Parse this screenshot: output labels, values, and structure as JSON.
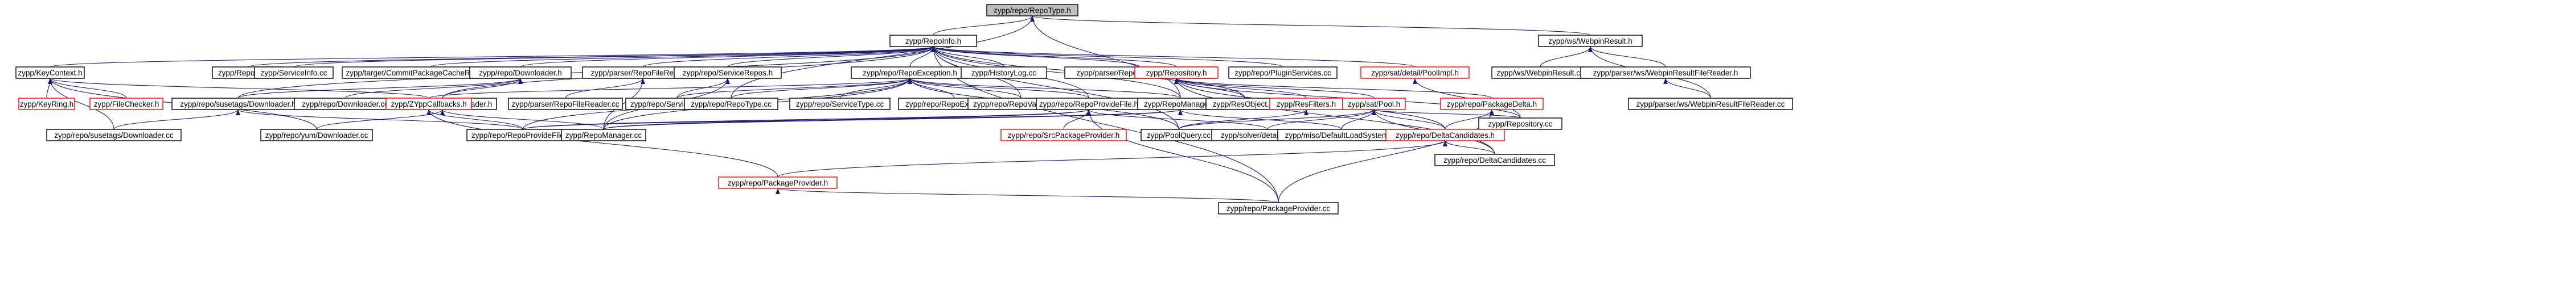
{
  "graph": {
    "title": "",
    "colors": {
      "edge": "#191970",
      "root_fill": "#bfbfbf",
      "node_border": "#000000",
      "missing_border": "#ff0000"
    },
    "nodes": [
      {
        "id": "n0",
        "label": "zypp/repo/RepoType.h",
        "kind": "root"
      },
      {
        "id": "n1",
        "label": "zypp/RepoInfo.h",
        "kind": "normal"
      },
      {
        "id": "n2",
        "label": "zypp/ws/WebpinResult.h",
        "kind": "normal"
      },
      {
        "id": "n3",
        "label": "zypp/KeyContext.h",
        "kind": "normal"
      },
      {
        "id": "n4",
        "label": "zypp/RepoInfo.cc",
        "kind": "normal"
      },
      {
        "id": "n5",
        "label": "zypp/ServiceInfo.cc",
        "kind": "normal"
      },
      {
        "id": "n6",
        "label": "zypp/target/CommitPackageCacheReadAhead.cc",
        "kind": "normal"
      },
      {
        "id": "n7",
        "label": "zypp/repo/Downloader.h",
        "kind": "normal"
      },
      {
        "id": "n8",
        "label": "zypp/parser/RepoFileReader.h",
        "kind": "normal"
      },
      {
        "id": "n9",
        "label": "zypp/repo/ServiceRepos.h",
        "kind": "normal"
      },
      {
        "id": "n10",
        "label": "zypp/repo/RepoException.h",
        "kind": "normal"
      },
      {
        "id": "n11",
        "label": "zypp/HistoryLog.cc",
        "kind": "normal"
      },
      {
        "id": "n12",
        "label": "zypp/parser/RepoindexFileReader.cc",
        "kind": "normal"
      },
      {
        "id": "n13",
        "label": "zypp/Repository.h",
        "kind": "missing"
      },
      {
        "id": "n14",
        "label": "zypp/repo/PluginServices.cc",
        "kind": "normal"
      },
      {
        "id": "n15",
        "label": "zypp/sat/detail/PoolImpl.h",
        "kind": "missing"
      },
      {
        "id": "n16",
        "label": "zypp/ws/WebpinResult.cc",
        "kind": "normal"
      },
      {
        "id": "n17",
        "label": "zypp/parser/ws/WebpinResultFileReader.h",
        "kind": "normal"
      },
      {
        "id": "n18",
        "label": "zypp/KeyRing.h",
        "kind": "missing"
      },
      {
        "id": "n19",
        "label": "zypp/FileChecker.h",
        "kind": "missing"
      },
      {
        "id": "n20",
        "label": "zypp/repo/susetags/Downloader.h",
        "kind": "normal"
      },
      {
        "id": "n21",
        "label": "zypp/repo/Downloader.cc",
        "kind": "normal"
      },
      {
        "id": "n22",
        "label": "zypp/repo/yum/Downloader.h",
        "kind": "normal"
      },
      {
        "id": "n23",
        "label": "zypp/ZYppCallbacks.h",
        "kind": "missing"
      },
      {
        "id": "n24",
        "label": "zypp/parser/RepoFileReader.cc",
        "kind": "normal"
      },
      {
        "id": "n25",
        "label": "zypp/repo/ServiceRepos.cc",
        "kind": "normal"
      },
      {
        "id": "n26",
        "label": "zypp/repo/RepoType.cc",
        "kind": "normal"
      },
      {
        "id": "n27",
        "label": "zypp/repo/ServiceType.cc",
        "kind": "normal"
      },
      {
        "id": "n28",
        "label": "zypp/repo/RepoException.cc",
        "kind": "normal"
      },
      {
        "id": "n29",
        "label": "zypp/repo/RepoVariables.cc",
        "kind": "normal"
      },
      {
        "id": "n30",
        "label": "zypp/repo/RepoProvideFile.h",
        "kind": "normal"
      },
      {
        "id": "n31",
        "label": "zypp/RepoManager.h",
        "kind": "normal"
      },
      {
        "id": "n32",
        "label": "zypp/ResObject.cc",
        "kind": "normal"
      },
      {
        "id": "n33",
        "label": "zypp/ResFilters.h",
        "kind": "missing"
      },
      {
        "id": "n34",
        "label": "zypp/sat/Pool.h",
        "kind": "missing"
      },
      {
        "id": "n35",
        "label": "zypp/repo/PackageDelta.h",
        "kind": "missing"
      },
      {
        "id": "n36",
        "label": "zypp/sat/detail/PoolImpl.h",
        "kind": "hidden"
      },
      {
        "id": "n37",
        "label": "zypp/Repository.cc",
        "kind": "normal"
      },
      {
        "id": "n38",
        "label": "zypp/parser/ws/WebpinResultFileReader.cc",
        "kind": "normal"
      },
      {
        "id": "n39",
        "label": "zypp/repo/susetags/Downloader.cc",
        "kind": "normal"
      },
      {
        "id": "n40",
        "label": "zypp/repo/yum/Downloader.cc",
        "kind": "normal"
      },
      {
        "id": "n41",
        "label": "zypp/repo/RepoProvideFile.cc",
        "kind": "normal"
      },
      {
        "id": "n42",
        "label": "zypp/RepoManager.cc",
        "kind": "normal"
      },
      {
        "id": "n43",
        "label": "zypp/repo/SrcPackageProvider.h",
        "kind": "missing"
      },
      {
        "id": "n44",
        "label": "zypp/PoolQuery.cc",
        "kind": "normal"
      },
      {
        "id": "n45",
        "label": "zypp/solver/detail/Helper.cc",
        "kind": "normal"
      },
      {
        "id": "n46",
        "label": "zypp/misc/DefaultLoadSystem.cc",
        "kind": "normal"
      },
      {
        "id": "n47",
        "label": "zypp/repo/DeltaCandidates.h",
        "kind": "missing"
      },
      {
        "id": "n48",
        "label": "zypp/repo/DeltaCandidates.cc",
        "kind": "normal"
      },
      {
        "id": "n49",
        "label": "zypp/repo/PackageProvider.h",
        "kind": "missing"
      },
      {
        "id": "n50",
        "label": "zypp/repo/PackageProvider.cc",
        "kind": "normal"
      }
    ],
    "edges": [
      [
        "n1",
        "n0"
      ],
      [
        "n2",
        "n0"
      ],
      [
        "n31",
        "n0"
      ],
      [
        "n26",
        "n0"
      ],
      [
        "n3",
        "n1"
      ],
      [
        "n4",
        "n1"
      ],
      [
        "n5",
        "n1"
      ],
      [
        "n6",
        "n1"
      ],
      [
        "n7",
        "n1"
      ],
      [
        "n8",
        "n1"
      ],
      [
        "n9",
        "n1"
      ],
      [
        "n10",
        "n1"
      ],
      [
        "n11",
        "n1"
      ],
      [
        "n12",
        "n1"
      ],
      [
        "n13",
        "n1"
      ],
      [
        "n14",
        "n1"
      ],
      [
        "n15",
        "n1"
      ],
      [
        "n50",
        "n1"
      ],
      [
        "n20",
        "n1"
      ],
      [
        "n22",
        "n1"
      ],
      [
        "n31",
        "n1"
      ],
      [
        "n30",
        "n1"
      ],
      [
        "n32",
        "n1"
      ],
      [
        "n29",
        "n1"
      ],
      [
        "n44",
        "n1"
      ],
      [
        "n16",
        "n2"
      ],
      [
        "n17",
        "n2"
      ],
      [
        "n38",
        "n2"
      ],
      [
        "n38",
        "n17"
      ],
      [
        "n18",
        "n3"
      ],
      [
        "n19",
        "n3"
      ],
      [
        "n39",
        "n3"
      ],
      [
        "n40",
        "n3"
      ],
      [
        "n23",
        "n3"
      ],
      [
        "n20",
        "n7"
      ],
      [
        "n21",
        "n7"
      ],
      [
        "n22",
        "n7"
      ],
      [
        "n39",
        "n20"
      ],
      [
        "n41",
        "n20"
      ],
      [
        "n40",
        "n22"
      ],
      [
        "n42",
        "n22"
      ],
      [
        "n24",
        "n8"
      ],
      [
        "n42",
        "n8"
      ],
      [
        "n25",
        "n9"
      ],
      [
        "n42",
        "n9"
      ],
      [
        "n26",
        "n10"
      ],
      [
        "n27",
        "n10"
      ],
      [
        "n28",
        "n10"
      ],
      [
        "n23",
        "n10"
      ],
      [
        "n42",
        "n10"
      ],
      [
        "n41",
        "n10"
      ],
      [
        "n44",
        "n10"
      ],
      [
        "n31",
        "n10"
      ],
      [
        "n29",
        "n10"
      ],
      [
        "n25",
        "n10"
      ],
      [
        "n30",
        "n10"
      ],
      [
        "n41",
        "n23"
      ],
      [
        "n49",
        "n23"
      ],
      [
        "n41",
        "n30"
      ],
      [
        "n43",
        "n30"
      ],
      [
        "n42",
        "n30"
      ],
      [
        "n50",
        "n30"
      ],
      [
        "n45",
        "n30"
      ],
      [
        "n42",
        "n31"
      ],
      [
        "n46",
        "n31"
      ],
      [
        "n41",
        "n31"
      ],
      [
        "n32",
        "n13"
      ],
      [
        "n33",
        "n13"
      ],
      [
        "n34",
        "n13"
      ],
      [
        "n35",
        "n13"
      ],
      [
        "n37",
        "n13"
      ],
      [
        "n47",
        "n13"
      ],
      [
        "n48",
        "n13"
      ],
      [
        "n37",
        "n15"
      ],
      [
        "n44",
        "n33"
      ],
      [
        "n45",
        "n34"
      ],
      [
        "n46",
        "n34"
      ],
      [
        "n37",
        "n34"
      ],
      [
        "n47",
        "n34"
      ],
      [
        "n48",
        "n34"
      ],
      [
        "n44",
        "n34"
      ],
      [
        "n47",
        "n35"
      ],
      [
        "n50",
        "n35"
      ],
      [
        "n48",
        "n47"
      ],
      [
        "n49",
        "n47"
      ],
      [
        "n50",
        "n49"
      ]
    ]
  }
}
